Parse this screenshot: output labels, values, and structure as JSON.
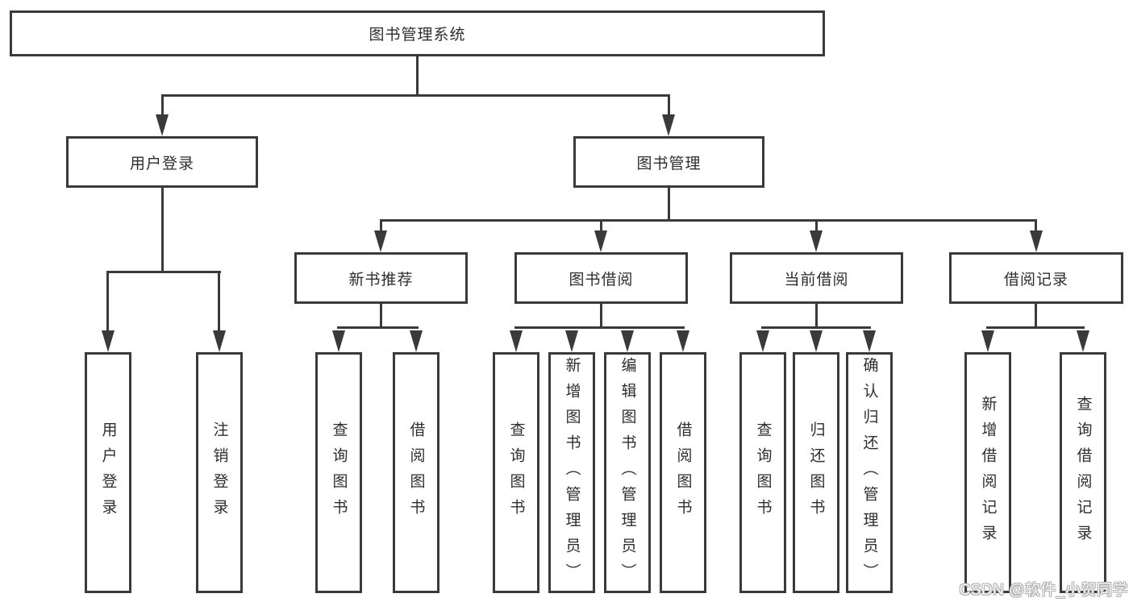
{
  "colors": {
    "line": "#3a3a3a",
    "text": "#2e2e2e",
    "canvas_bg": "#ffffff",
    "watermark_fill": "#f7f7f7",
    "watermark_outline": "#b0b0b0"
  },
  "watermark": {
    "text": "CSDN @软件_小贺同学"
  },
  "tree": {
    "root": {
      "label": "图书管理系统",
      "children": [
        {
          "label": "用户登录",
          "children": [
            {
              "label": "用户登录"
            },
            {
              "label": "注销登录"
            }
          ]
        },
        {
          "label": "图书管理",
          "children": [
            {
              "label": "新书推荐",
              "children": [
                {
                  "label": "查询图书"
                },
                {
                  "label": "借阅图书"
                }
              ]
            },
            {
              "label": "图书借阅",
              "children": [
                {
                  "label": "查询图书"
                },
                {
                  "label": "新增图书（管理员）"
                },
                {
                  "label": "编辑图书（管理员）"
                },
                {
                  "label": "借阅图书"
                }
              ]
            },
            {
              "label": "当前借阅",
              "children": [
                {
                  "label": "查询图书"
                },
                {
                  "label": "归还图书"
                },
                {
                  "label": "确认归还（管理员）"
                }
              ]
            },
            {
              "label": "借阅记录",
              "children": [
                {
                  "label": "新增借阅记录"
                },
                {
                  "label": "查询借阅记录"
                }
              ]
            }
          ]
        }
      ]
    }
  }
}
